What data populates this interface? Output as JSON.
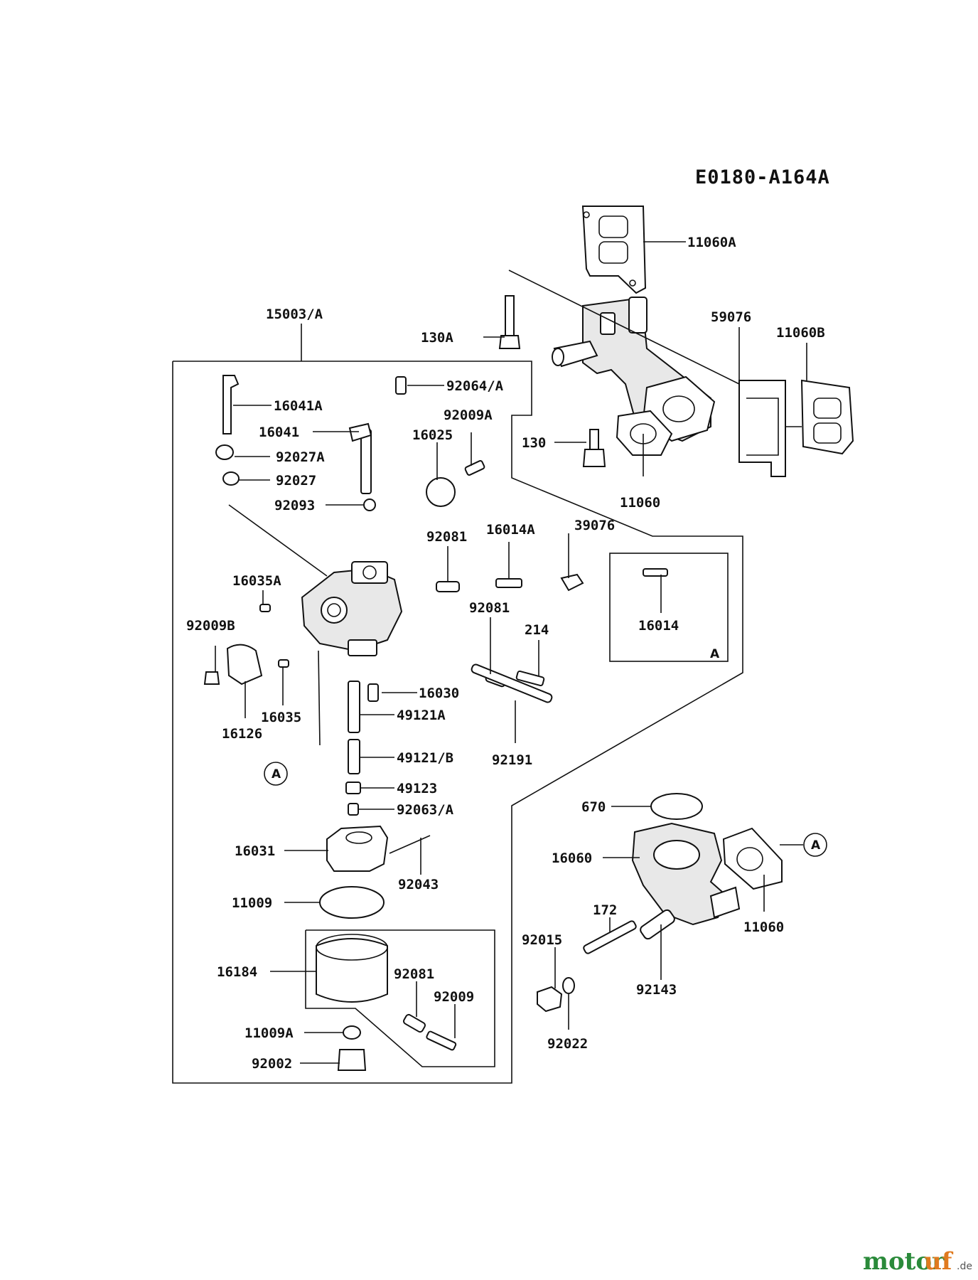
{
  "diagram_code": "E0180-A164A",
  "watermark": {
    "part1": "motor",
    "part2": "uf",
    "suffix": ".de"
  },
  "callout_a": "A",
  "parts": [
    "11060A",
    "15003/A",
    "130A",
    "59076",
    "11060B",
    "92064/A",
    "16041A",
    "16041",
    "92009A",
    "16025",
    "130",
    "92027A",
    "92027",
    "11060",
    "92093",
    "92081",
    "16014A",
    "39076",
    "16035A",
    "92081",
    "92009B",
    "214",
    "16014",
    "16030",
    "16035",
    "49121A",
    "16126",
    "92191",
    "49121/B",
    "49123",
    "92063/A",
    "670",
    "16060",
    "16031",
    "92043",
    "11009",
    "172",
    "11060",
    "92015",
    "16184",
    "92081",
    "92009",
    "92143",
    "11009A",
    "92022",
    "92002"
  ]
}
